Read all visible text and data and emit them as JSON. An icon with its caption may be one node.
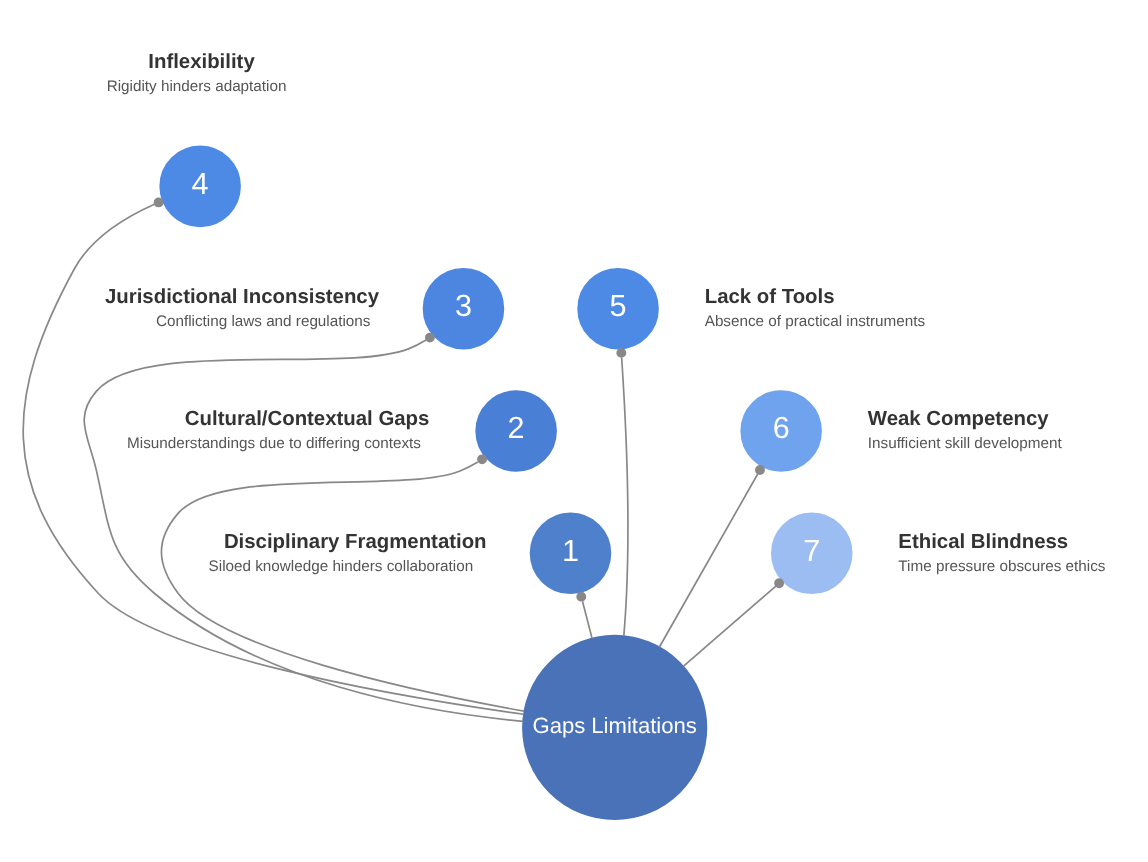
{
  "diagram": {
    "nodes": [
      {
        "text": [
          "Gaps Limitations"
        ]
      },
      {
        "text": [
          "1"
        ],
        "beside": [
          "Disciplinary Fragmentation",
          "Siloed knowledge hinders collaboration"
        ]
      },
      {
        "text": [
          "2"
        ],
        "beside": [
          "Cultural/Contextual Gaps",
          "Misunderstandings due to differing contexts"
        ]
      },
      {
        "text": [
          "3"
        ],
        "beside": [
          "Jurisdictional Inconsistency",
          "Conflicting laws and regulations"
        ]
      },
      {
        "text": [
          "4"
        ],
        "beside": [
          "Inflexibility",
          "Rigidity hinders adaptation"
        ]
      },
      {
        "text": [
          "5"
        ],
        "beside": [
          "Lack of Tools",
          "Absence of practical instruments"
        ]
      },
      {
        "text": [
          "6"
        ],
        "beside": [
          "Weak Competency",
          "Insufficient skill development"
        ]
      },
      {
        "text": [
          "7"
        ],
        "beside": [
          "Ethical Blindness",
          "Time pressure obscures ethics"
        ]
      }
    ],
    "edges": [
      {
        "from": 0,
        "to": 1,
        "arrow": "other"
      },
      {
        "from": 0,
        "to": 2,
        "arrow": "other"
      },
      {
        "from": 0,
        "to": 3,
        "arrow": "other"
      },
      {
        "from": 0,
        "to": 4,
        "arrow": "other"
      },
      {
        "from": 0,
        "to": 5,
        "arrow": "other"
      },
      {
        "from": 0,
        "to": 6,
        "arrow": "other"
      },
      {
        "from": 0,
        "to": 7,
        "arrow": "other"
      }
    ]
  }
}
